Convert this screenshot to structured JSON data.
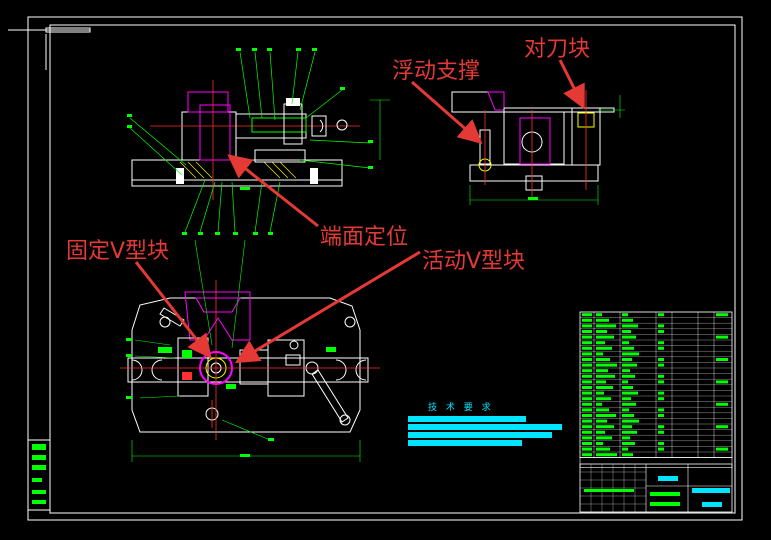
{
  "annotations": {
    "floating_support": "浮动支撑",
    "tool_setting_block": "对刀块",
    "end_face_locating": "端面定位",
    "fixed_v_block": "固定V型块",
    "movable_v_block": "活动V型块"
  },
  "technical_requirements": {
    "title": "技 术 要 求"
  },
  "colors": {
    "background": "#000000",
    "frame": "#ffffff",
    "outline": "#ffffff",
    "center_line": "#ff3030",
    "dimension": "#00ff00",
    "part_highlight": "#ff00ff",
    "leader_green": "#00ff00",
    "annotation": "#e53935",
    "hatch_yellow": "#ffff00",
    "text_block": "#00e5ff",
    "table_fill": "#00ff00"
  }
}
